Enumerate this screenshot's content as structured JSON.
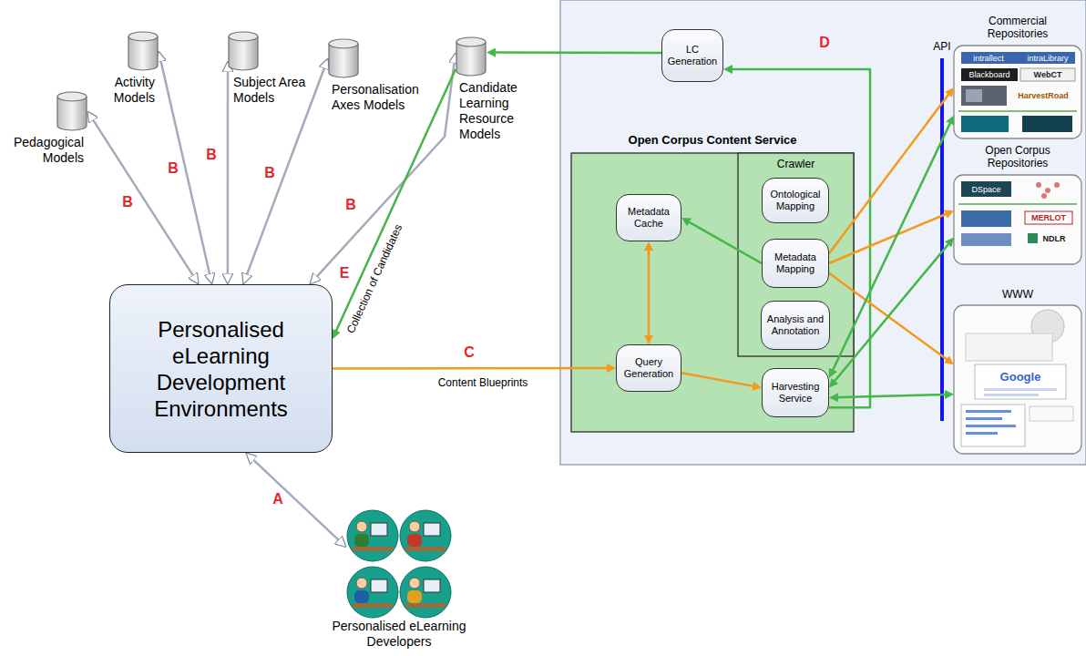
{
  "diagram": {
    "nodes": [
      {
        "text": [
          "Pedagogical Models"
        ]
      },
      {
        "text": [
          "Activity Models"
        ]
      },
      {
        "text": [
          "Subject Area Models"
        ]
      },
      {
        "text": [
          "Personalisation Axes Models"
        ]
      },
      {
        "text": [
          "Candidate Learning Resource Models"
        ]
      },
      {
        "text": [
          "Personalised eLearning Development Environments"
        ]
      },
      {
        "text": [
          "Personalised eLearning Developers"
        ]
      },
      {
        "text": [
          "D"
        ]
      },
      {
        "text": [
          "LC Generation"
        ],
        "in": 7
      },
      {
        "text": [
          "Open Corpus Content Service"
        ],
        "in": 7
      },
      {
        "text": [
          "Metadata Cache"
        ],
        "in": 9
      },
      {
        "text": [
          "Query Generation"
        ],
        "in": 9
      },
      {
        "text": [
          "Crawler"
        ],
        "in": 9
      },
      {
        "text": [
          "Ontological Mapping"
        ],
        "in": 12
      },
      {
        "text": [
          "Metadata Mapping"
        ],
        "in": 12
      },
      {
        "text": [
          "Analysis and Annotation"
        ],
        "in": 12
      },
      {
        "text": [
          "Harvesting Service"
        ],
        "in": 9
      },
      {
        "text": [
          "Commercial Repositories"
        ],
        "in": 7
      },
      {
        "text": [
          "Open Corpus Repositories"
        ],
        "in": 7
      },
      {
        "text": [
          "WWW"
        ],
        "in": 7
      }
    ],
    "edges": [
      {
        "from": 5,
        "to": 0,
        "arrow": "both",
        "label": "B"
      },
      {
        "from": 5,
        "to": 1,
        "arrow": "both",
        "label": "B"
      },
      {
        "from": 5,
        "to": 2,
        "arrow": "both",
        "label": "B"
      },
      {
        "from": 5,
        "to": 3,
        "arrow": "both",
        "label": "B"
      },
      {
        "from": 5,
        "to": 4,
        "arrow": "both",
        "label": "B"
      },
      {
        "from": 5,
        "to": 6,
        "arrow": "both",
        "label": "A"
      },
      {
        "from": 5,
        "to": 11,
        "arrow": "to",
        "label": "Content Blueprints"
      },
      {
        "from": 4,
        "to": 5,
        "arrow": "to",
        "label": "Collection of Candidates"
      },
      {
        "from": 8,
        "to": 4,
        "arrow": "to"
      },
      {
        "from": 10,
        "to": 11,
        "arrow": "both"
      },
      {
        "from": 11,
        "to": 16,
        "arrow": "to"
      },
      {
        "from": 14,
        "to": 10,
        "arrow": "to"
      },
      {
        "from": 16,
        "to": 8,
        "arrow": "to"
      },
      {
        "from": 14,
        "to": 17,
        "arrow": "to"
      },
      {
        "from": 14,
        "to": 18,
        "arrow": "to"
      },
      {
        "from": 14,
        "to": 19,
        "arrow": "to"
      },
      {
        "from": 16,
        "to": 17,
        "arrow": "both"
      },
      {
        "from": 16,
        "to": 18,
        "arrow": "both"
      },
      {
        "from": 16,
        "to": 19,
        "arrow": "both"
      }
    ],
    "labels": [
      "C",
      "E",
      "API",
      "intrallect",
      "intraLibrary",
      "Blackboard",
      "WebCT",
      "HarvestRoad",
      "DSpace",
      "MERLOT",
      "NDLR",
      "Google"
    ]
  }
}
